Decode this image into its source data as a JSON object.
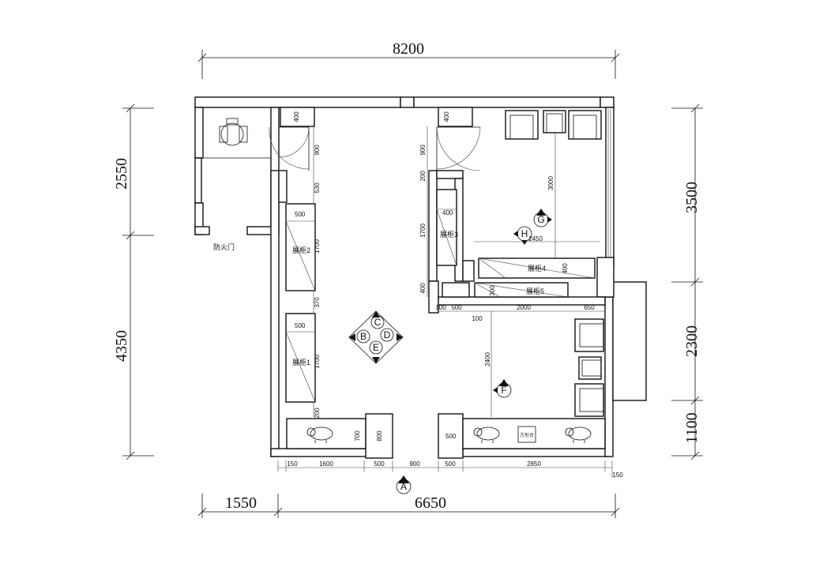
{
  "overall": {
    "top": "8200",
    "left_upper": "2550",
    "left_lower": "4350",
    "right_upper": "3500",
    "right_mid": "2300",
    "right_lower": "1100",
    "bottom_left": "1550",
    "bottom_right": "6650"
  },
  "bottom_chain": [
    "150",
    "1600",
    "500",
    "900",
    "500",
    "2850",
    "150"
  ],
  "mid_chain": [
    "100",
    "500",
    "2000",
    "650",
    "100"
  ],
  "inner_dims": {
    "d400a": "400",
    "d900a": "900",
    "d530": "530",
    "d500a": "500",
    "d1700a": "1700",
    "d370": "370",
    "d500b": "500",
    "d1700b": "1700",
    "d200a": "200",
    "d400b": "400",
    "d900b": "900",
    "d200b": "200",
    "d400c": "400",
    "d1700c": "1700",
    "d400d": "400",
    "d3000": "3000",
    "d2450": "2450",
    "d400e": "400",
    "d300": "300",
    "d2400": "2400",
    "d700": "700",
    "d800": "800",
    "d500c": "500"
  },
  "labels": {
    "fire_door": "防火门",
    "cabinet_1": "展柜1",
    "cabinet_2": "展柜2",
    "cabinet_3": "展柜3",
    "cabinet_4": "展柜4",
    "cabinet_5": "展柜5",
    "desk": "方形台"
  },
  "markers": {
    "A": "A",
    "B": "B",
    "C": "C",
    "D": "D",
    "E": "E",
    "F": "F",
    "G": "G",
    "H": "H"
  }
}
